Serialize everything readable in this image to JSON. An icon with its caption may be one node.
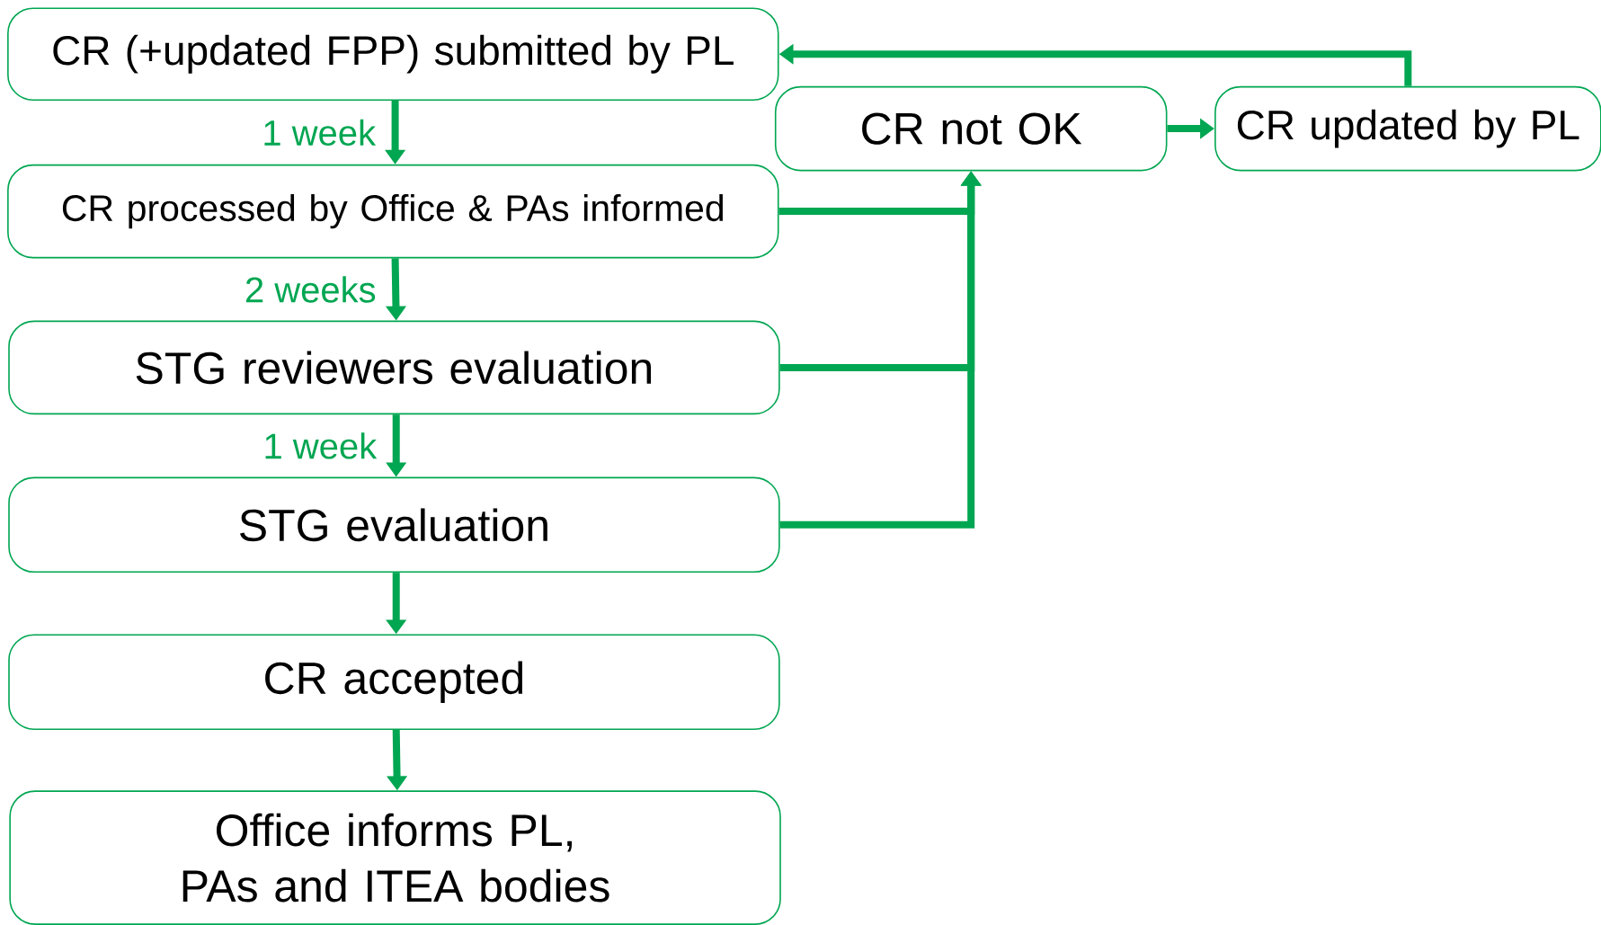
{
  "diagram": {
    "nodes": [
      {
        "text": [
          "CR (+updated FPP) submitted by PL"
        ]
      },
      {
        "text": [
          "CR processed by Office & PAs informed"
        ]
      },
      {
        "text": [
          "STG reviewers evaluation"
        ]
      },
      {
        "text": [
          "STG evaluation"
        ]
      },
      {
        "text": [
          "CR accepted"
        ]
      },
      {
        "text": [
          "Office informs PL, PAs and ITEA bodies"
        ]
      },
      {
        "text": [
          "CR not OK"
        ]
      },
      {
        "text": [
          "CR updated by PL"
        ]
      }
    ],
    "edges": [
      {
        "from": 0,
        "to": 1,
        "arrow": "to",
        "label": "1 week"
      },
      {
        "from": 1,
        "to": 2,
        "arrow": "to",
        "label": "2 weeks"
      },
      {
        "from": 2,
        "to": 3,
        "arrow": "to",
        "label": "1 week"
      },
      {
        "from": 3,
        "to": 4,
        "arrow": "to"
      },
      {
        "from": 4,
        "to": 5,
        "arrow": "to"
      },
      {
        "from": 1,
        "to": 6,
        "arrow": "to"
      },
      {
        "from": 2,
        "to": 6,
        "arrow": "to"
      },
      {
        "from": 3,
        "to": 6,
        "arrow": "to"
      },
      {
        "from": 6,
        "to": 7,
        "arrow": "to"
      },
      {
        "from": 7,
        "to": 0,
        "arrow": "to"
      }
    ]
  }
}
